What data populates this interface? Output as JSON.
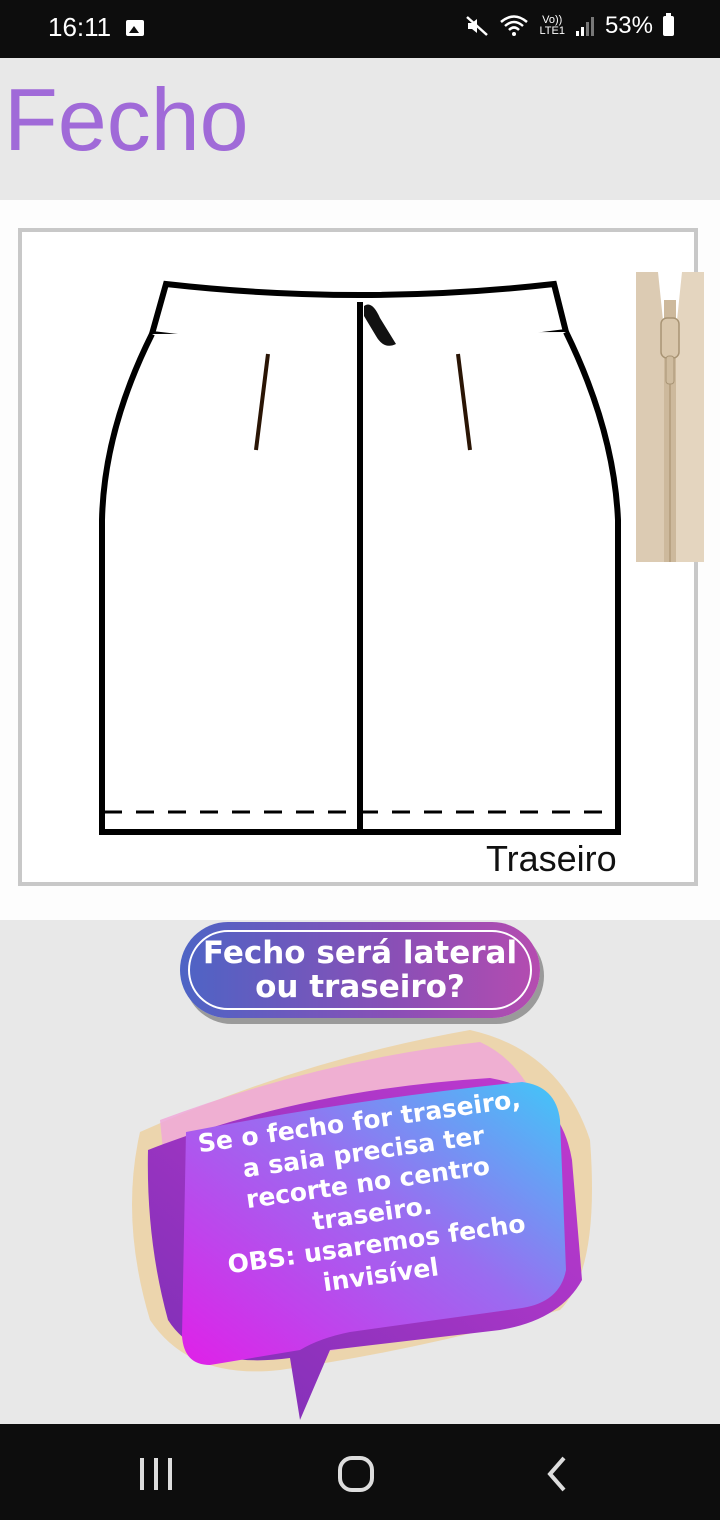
{
  "status_bar": {
    "time": "16:11",
    "network_label_top": "Vo))",
    "network_label_bottom": "LTE1",
    "battery": "53%"
  },
  "page": {
    "title": "Fecho"
  },
  "drawing": {
    "label": "Traseiro"
  },
  "question": {
    "line1": "Fecho será lateral",
    "line2": "ou traseiro?"
  },
  "bubble": {
    "lines": [
      "Se o fecho for traseiro,",
      "a saia precisa ter",
      "recorte no centro",
      "traseiro.",
      "OBS: usaremos fecho",
      "invisível"
    ]
  },
  "colors": {
    "title": "#a06ad8",
    "pill_start": "#4d64c5",
    "pill_end": "#b54cb0",
    "bubble_start": "#e020e8",
    "bubble_end": "#40c8f8"
  },
  "icons": [
    "gallery-icon",
    "mute-icon",
    "wifi-icon",
    "signal-icon",
    "battery-icon",
    "recents-icon",
    "home-icon",
    "back-icon"
  ]
}
